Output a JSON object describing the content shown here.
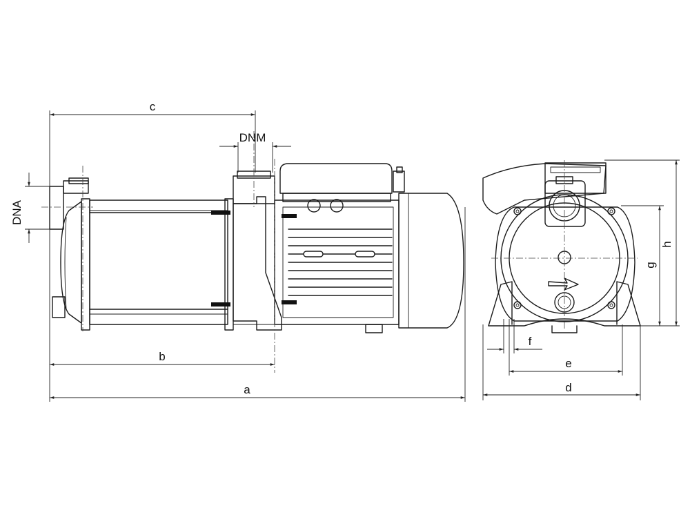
{
  "labels": {
    "a": "a",
    "b": "b",
    "c": "c",
    "d": "d",
    "e": "e",
    "f": "f",
    "g": "g",
    "h": "h",
    "dnm": "DNM",
    "dna": "DNA"
  }
}
